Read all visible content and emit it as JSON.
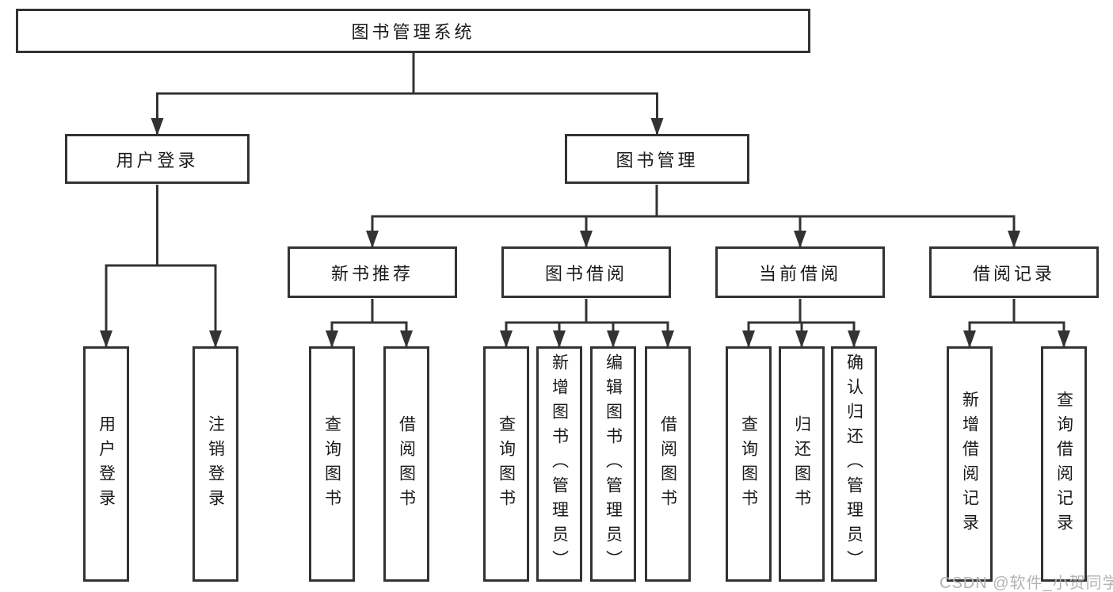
{
  "diagram": {
    "tree": {
      "label": "图书管理系统",
      "children": [
        {
          "label": "用户登录",
          "children": [
            {
              "label": "用户登录"
            },
            {
              "label": "注销登录"
            }
          ]
        },
        {
          "label": "图书管理",
          "children": [
            {
              "label": "新书推荐",
              "children": [
                {
                  "label": "查询图书"
                },
                {
                  "label": "借阅图书"
                }
              ]
            },
            {
              "label": "图书借阅",
              "children": [
                {
                  "label": "查询图书"
                },
                {
                  "label": "新增图书（管理员）"
                },
                {
                  "label": "编辑图书（管理员）"
                },
                {
                  "label": "借阅图书"
                }
              ]
            },
            {
              "label": "当前借阅",
              "children": [
                {
                  "label": "查询图书"
                },
                {
                  "label": "归还图书"
                },
                {
                  "label": "确认归还（管理员）"
                }
              ]
            },
            {
              "label": "借阅记录",
              "children": [
                {
                  "label": "新增借阅记录"
                },
                {
                  "label": "查询借阅记录"
                }
              ]
            }
          ]
        }
      ]
    },
    "watermark": {
      "text": "CSDN @软件_小贺同学"
    }
  },
  "colors": {
    "line": "#333333",
    "text": "#1a1a1a",
    "box_bg": "#ffffff",
    "watermark": "#b3b3b3"
  }
}
